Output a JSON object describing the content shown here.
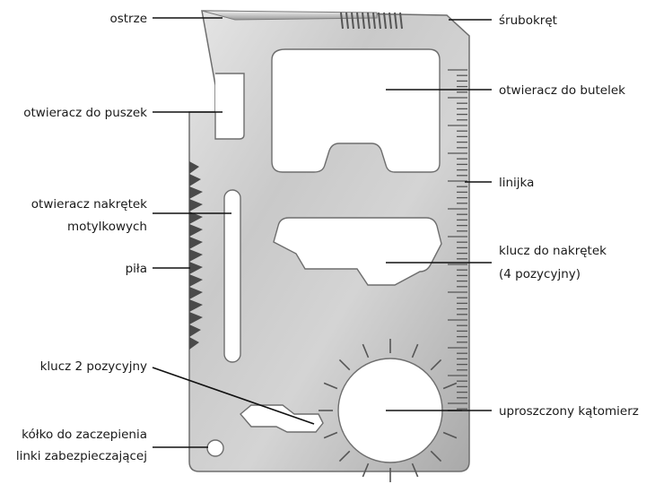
{
  "labels": {
    "blade": "ostrze",
    "screwdriver": "śrubokręt",
    "can_opener": "otwieracz do puszek",
    "bottle_opener": "otwieracz do butelek",
    "ruler": "linijka",
    "wing_nut_line1": "otwieracz nakrętek",
    "wing_nut_line2": "motylkowych",
    "wrench4_line1": "klucz do nakrętek",
    "wrench4_line2": "(4 pozycyjny)",
    "saw": "piła",
    "wrench2": "klucz 2 pozycyjny",
    "protractor": "uproszczony kątomierz",
    "lanyard_line1": "kółko do zaczepienia",
    "lanyard_line2": "linki zabezpieczającej"
  },
  "colors": {
    "metal_light": "#d9d9d9",
    "metal_mid": "#bdbdbd",
    "metal_dark": "#8f8f8f",
    "outline": "#6e6e6e",
    "leader": "#111111",
    "text": "#1a1a1a"
  }
}
